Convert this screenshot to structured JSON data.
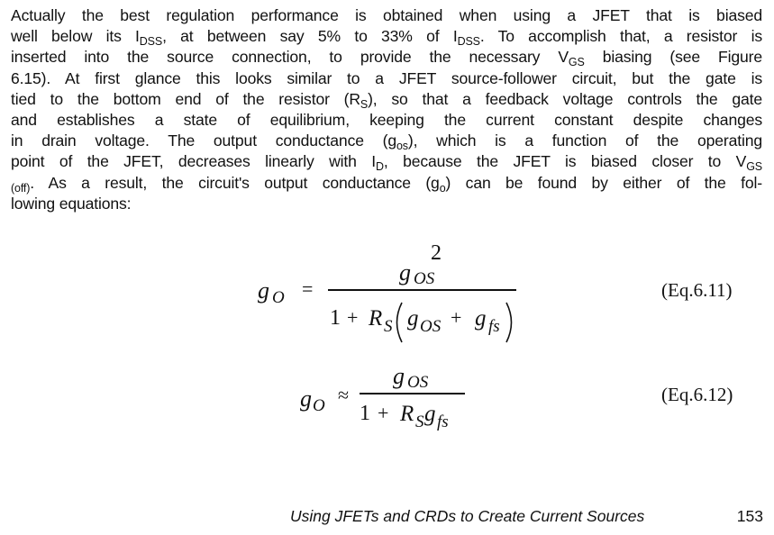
{
  "paragraph": {
    "l1": "Actually the best regulation performance is obtained when using a JFET that is biased",
    "l2a": "well below its I",
    "l2s1": "DSS",
    "l2b": ", at between say 5% to 33% of I",
    "l2s2": "DSS",
    "l2c": ". To accomplish that, a resistor is",
    "l3a": "inserted into the source connection, to provide the necessary V",
    "l3s": "GS",
    "l3b": " biasing (see Figure",
    "l4": "6.15). At first glance this looks similar to a JFET source-follower circuit, but the gate is",
    "l5a": "tied to the bottom end of the resistor (R",
    "l5s": "S",
    "l5b": "), so that a feedback voltage controls the gate",
    "l6": "and establishes a state of equilibrium, keeping the current constant despite changes",
    "l7a": "in drain voltage. The output conductance (g",
    "l7s": "os",
    "l7b": "), which is a function of the operating",
    "l8a": "point of the JFET, decreases linearly with I",
    "l8s1": "D",
    "l8b": ", because the JFET is biased closer to V",
    "l8s2": "GS",
    "l9s": "(off)",
    "l9a": ". As a result, the circuit's output conductance (g",
    "l9s2": "o",
    "l9b": ") can be found by either of the fol-",
    "l10": "lowing equations:"
  },
  "eq1": {
    "lhs": "g",
    "lhs_sub": "O",
    "rel": "=",
    "num": "g",
    "num_sub": "OS",
    "num_exp": "2",
    "den_one": "1",
    "den_plus": "+",
    "den_r": "R",
    "den_r_sub": "S",
    "den_g1": "g",
    "den_g1_sub": "OS",
    "den_plus2": "+",
    "den_g2": "g",
    "den_g2_sub": "fs",
    "number": "(Eq.6.11)"
  },
  "eq2": {
    "lhs": "g",
    "lhs_sub": "O",
    "rel": "≈",
    "num": "g",
    "num_sub": "OS",
    "den_one": "1",
    "den_plus": "+",
    "den_r": "R",
    "den_r_sub": "S",
    "den_g": "g",
    "den_g_sub": "fs",
    "number": "(Eq.6.12)"
  },
  "footer": {
    "title": "Using JFETs and CRDs to Create Current Sources",
    "page": "153"
  }
}
